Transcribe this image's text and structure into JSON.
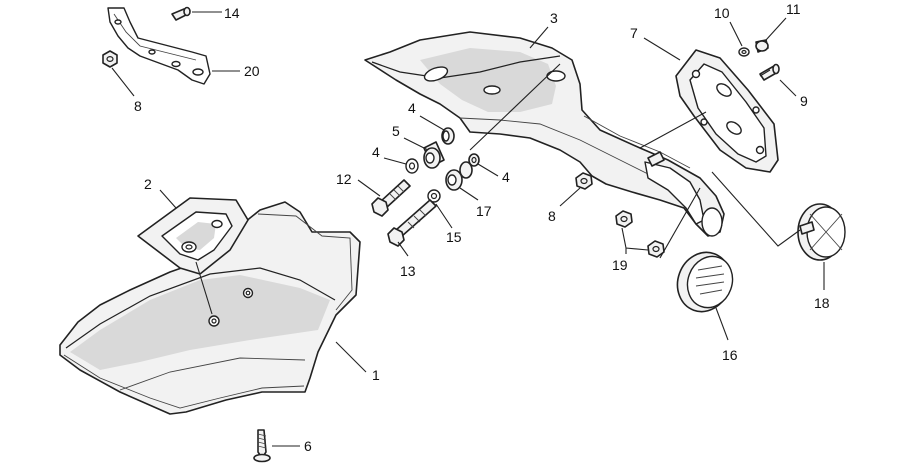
{
  "callouts": [
    {
      "id": "c1",
      "label": "1"
    },
    {
      "id": "c2",
      "label": "2"
    },
    {
      "id": "c3",
      "label": "3"
    },
    {
      "id": "c4a",
      "label": "4"
    },
    {
      "id": "c4b",
      "label": "4"
    },
    {
      "id": "c4c",
      "label": "4"
    },
    {
      "id": "c5",
      "label": "5"
    },
    {
      "id": "c6",
      "label": "6"
    },
    {
      "id": "c7",
      "label": "7"
    },
    {
      "id": "c8a",
      "label": "8"
    },
    {
      "id": "c8b",
      "label": "8"
    },
    {
      "id": "c9",
      "label": "9"
    },
    {
      "id": "c10",
      "label": "10"
    },
    {
      "id": "c11",
      "label": "11"
    },
    {
      "id": "c12",
      "label": "12"
    },
    {
      "id": "c13",
      "label": "13"
    },
    {
      "id": "c14",
      "label": "14"
    },
    {
      "id": "c15",
      "label": "15"
    },
    {
      "id": "c16",
      "label": "16"
    },
    {
      "id": "c17",
      "label": "17"
    },
    {
      "id": "c18",
      "label": "18"
    },
    {
      "id": "c19",
      "label": "19"
    },
    {
      "id": "c20",
      "label": "20"
    }
  ]
}
